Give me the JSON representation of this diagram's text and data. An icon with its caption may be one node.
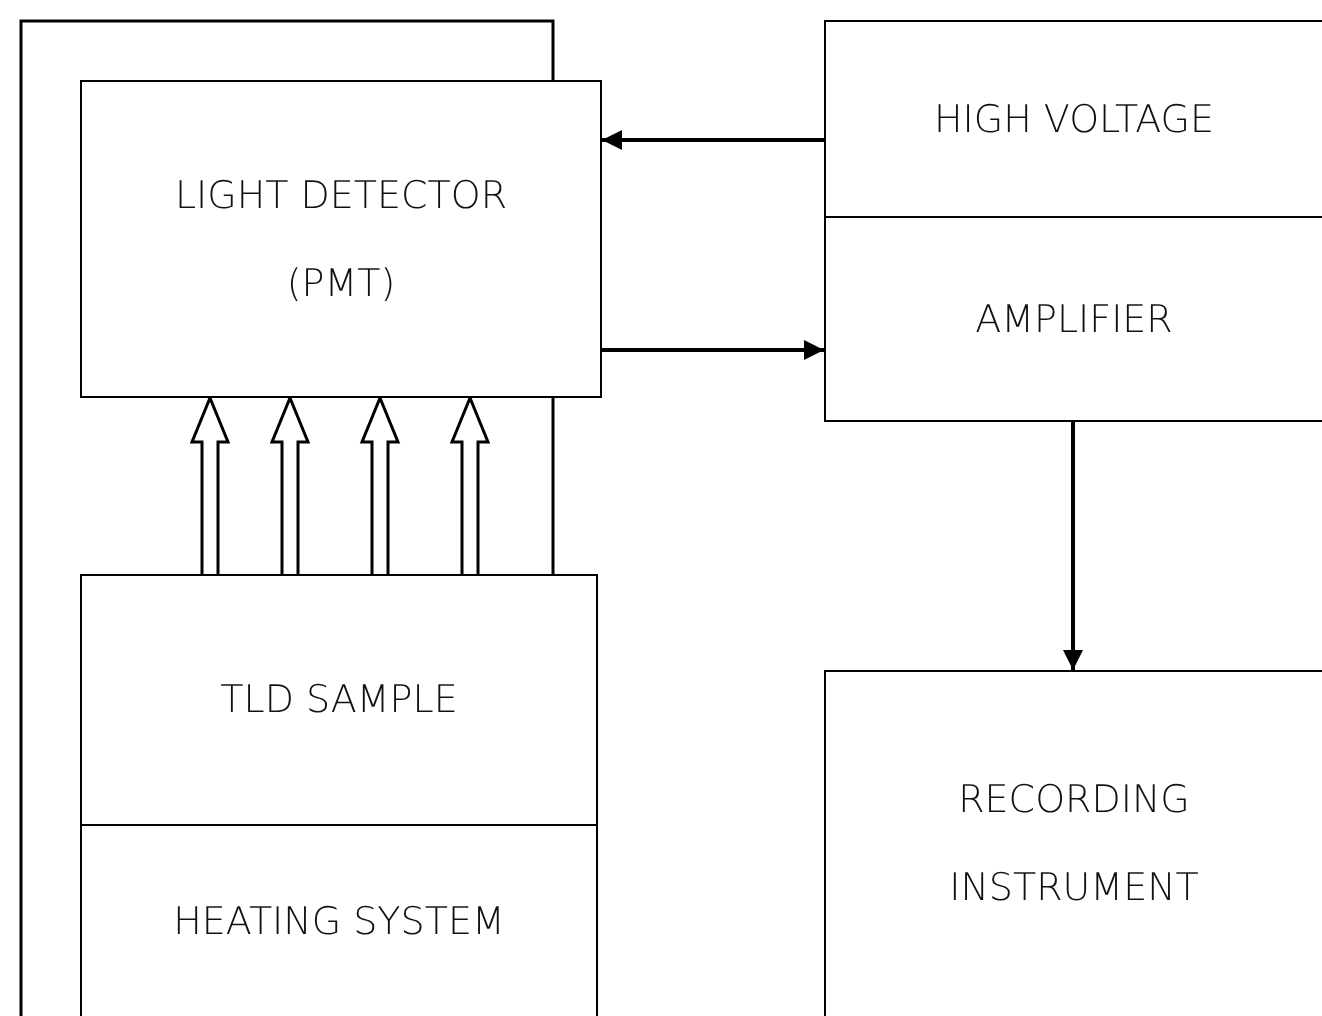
{
  "diagram": {
    "nodes": [
      {
        "text": [
          "LIGHT DETECTOR (PMT)"
        ]
      },
      {
        "text": [
          "TLD SAMPLE"
        ]
      },
      {
        "text": [
          "HEATING SYSTEM"
        ]
      },
      {
        "text": [
          "HIGH VOLTAGE"
        ]
      },
      {
        "text": [
          "AMPLIFIER"
        ]
      },
      {
        "text": [
          "RECORDING INSTRUMENT"
        ]
      }
    ],
    "edges": [
      {
        "from": 3,
        "to": 0,
        "arrow": "to"
      },
      {
        "from": 0,
        "to": 4,
        "arrow": "to"
      },
      {
        "from": 4,
        "to": 5,
        "arrow": "to"
      },
      {
        "from": 1,
        "to": 0,
        "arrow": "to",
        "style": "thick"
      },
      {
        "from": 1,
        "to": 0,
        "arrow": "to",
        "style": "thick"
      },
      {
        "from": 1,
        "to": 0,
        "arrow": "to",
        "style": "thick"
      },
      {
        "from": 1,
        "to": 0,
        "arrow": "to",
        "style": "thick"
      }
    ]
  }
}
